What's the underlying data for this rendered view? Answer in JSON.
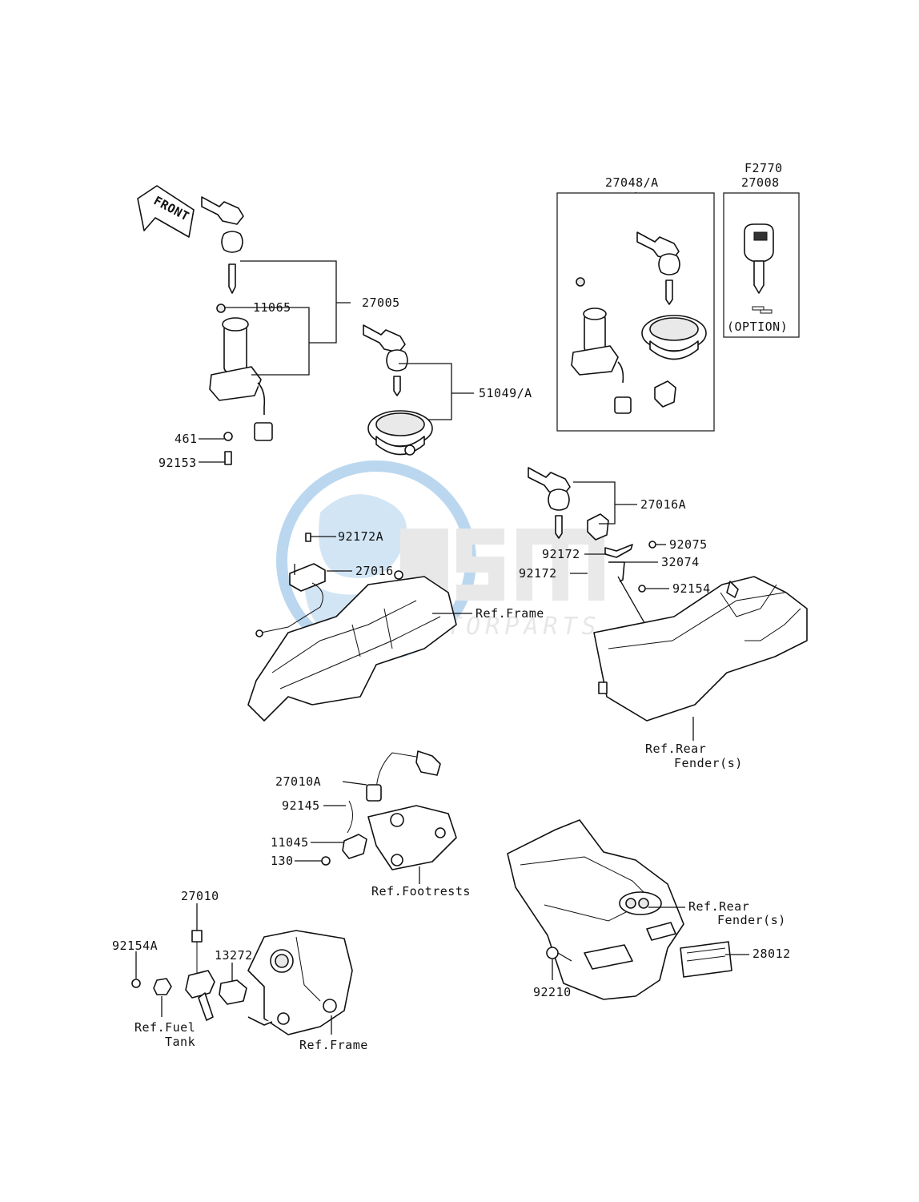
{
  "front_arrow": {
    "label": "FRONT"
  },
  "watermark": {
    "logo": "OSM",
    "subtitle": "MOTORPARTS",
    "color": "#3b8fd4"
  },
  "labels": {
    "l27005": "27005",
    "l11065": "11065",
    "l461": "461",
    "l92153": "92153",
    "l51049A": "51049/A",
    "l27048A": "27048/A",
    "lF2770": "F2770",
    "l27008": "27008",
    "loption": "(OPTION)",
    "l27016A": "27016A",
    "l92075": "92075",
    "l92172a": "92172",
    "l32074": "32074",
    "l92172b": "92172",
    "l92154": "92154",
    "l92172A": "92172A",
    "l27016": "27016",
    "lrefframe1": "Ref.Frame",
    "lreffender1a": "Ref.Rear",
    "lreffender1b": "Fender(s)",
    "l27010A": "27010A",
    "l92145": "92145",
    "l11045": "11045",
    "l130": "130",
    "lreffoot": "Ref.Footrests",
    "l27010": "27010",
    "l92154A": "92154A",
    "l13272": "13272",
    "lreffuel1": "Ref.Fuel",
    "lreffuel2": "Tank",
    "lrefframe2": "Ref.Frame",
    "lreffender2a": "Ref.Rear",
    "lreffender2b": "Fender(s)",
    "l28012": "28012",
    "l92210": "92210"
  }
}
